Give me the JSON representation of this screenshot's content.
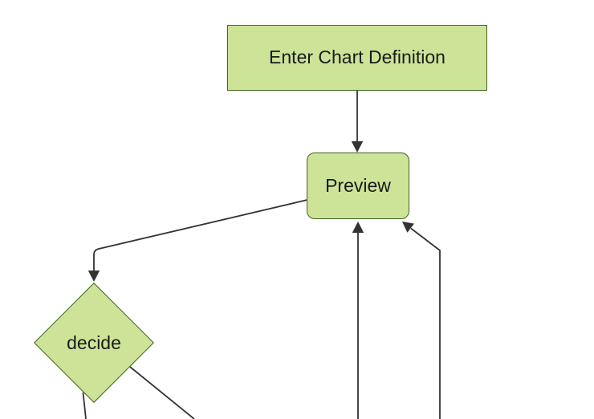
{
  "diagram": {
    "type": "flowchart",
    "direction": "top-down",
    "nodes": [
      {
        "id": "A",
        "label": "Enter Chart Definition",
        "shape": "rectangle"
      },
      {
        "id": "B",
        "label": "Preview",
        "shape": "rounded-rectangle"
      },
      {
        "id": "C",
        "label": "decide",
        "shape": "diamond"
      }
    ],
    "edges": [
      {
        "from": "A",
        "to": "B",
        "arrow": true,
        "description": "vertical arrow from Enter Chart Definition down into top of Preview"
      },
      {
        "from": "B",
        "to": "C",
        "arrow": true,
        "description": "elbow line from left side of Preview down-left into top of decide diamond"
      },
      {
        "from": "C",
        "to": "offscreen-bottom-left",
        "arrow": false,
        "description": "line leaving diamond bottom vertex, cropped at bottom edge"
      },
      {
        "from": "C",
        "to": "offscreen-bottom-right",
        "arrow": false,
        "description": "diagonal line leaving diamond lower-right edge, cropped at bottom edge"
      },
      {
        "from": "offscreen-bottom",
        "to": "B",
        "arrow": true,
        "description": "vertical line from bottom edge up into bottom of Preview"
      },
      {
        "from": "offscreen-bottom-right",
        "to": "B",
        "arrow": true,
        "description": "vertical line from bottom edge with bend up-left into bottom-right corner of Preview"
      }
    ],
    "colors": {
      "node_fill": "#cde498",
      "node_border": "#3f661d",
      "edge_line": "#333333",
      "text": "#1a1a1a",
      "background": "#ffffff"
    }
  }
}
